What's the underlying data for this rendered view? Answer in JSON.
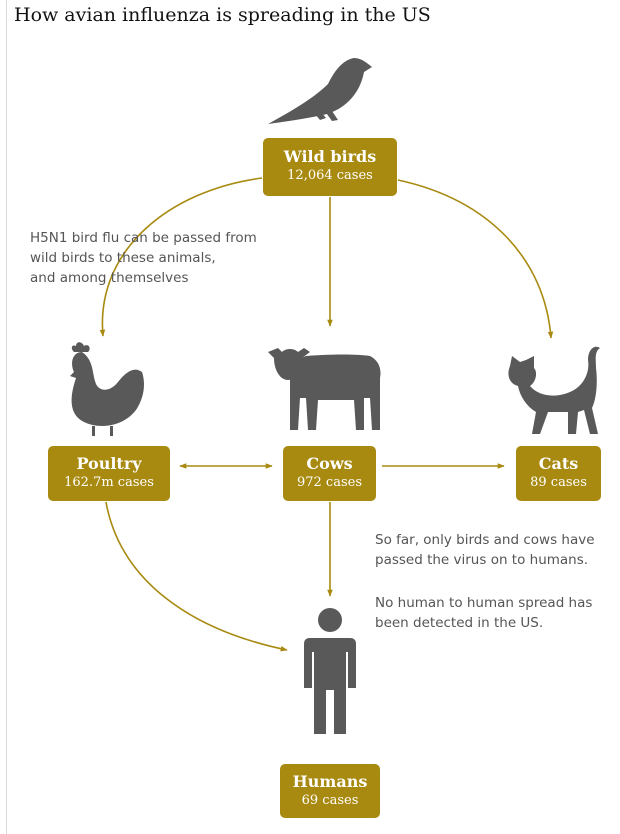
{
  "title": "How avian influenza is spreading in the US",
  "colors": {
    "accent": "#a88a10",
    "icon": "#595959",
    "text": "#555555"
  },
  "nodes": {
    "wild_birds": {
      "label": "Wild birds",
      "count": "12,064 cases",
      "icon": "bird-icon"
    },
    "poultry": {
      "label": "Poultry",
      "count": "162.7m cases",
      "icon": "chicken-icon"
    },
    "cows": {
      "label": "Cows",
      "count": "972 cases",
      "icon": "cow-icon"
    },
    "cats": {
      "label": "Cats",
      "count": "89 cases",
      "icon": "cat-icon"
    },
    "humans": {
      "label": "Humans",
      "count": "69 cases",
      "icon": "person-icon"
    }
  },
  "notes": {
    "transmission": [
      "H5N1 bird flu can be passed from",
      "wild birds to these animals,",
      "and among themselves"
    ],
    "humans_p1": [
      "So far, only birds and cows have",
      "passed the virus on to humans."
    ],
    "humans_p2": [
      "No human to human spread has",
      "been detected in the US."
    ]
  }
}
